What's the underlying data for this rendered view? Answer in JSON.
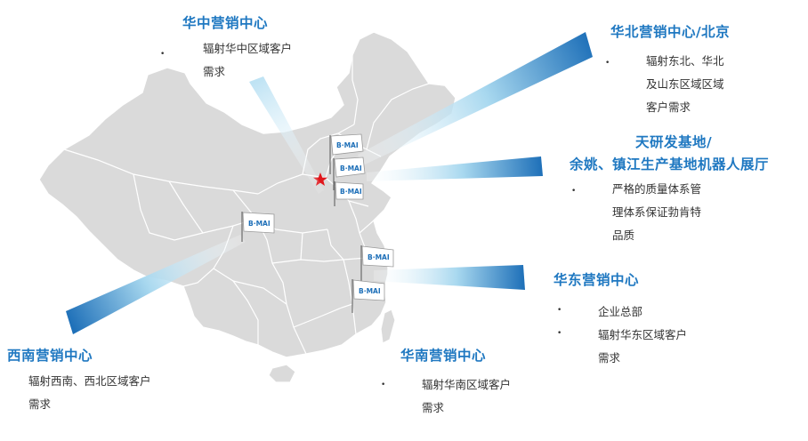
{
  "colors": {
    "accent": "#1f78c1",
    "map_fill": "#dadada",
    "map_stroke": "#ffffff",
    "beam_dark": "#1d6fb8",
    "beam_light": "#e6f4fb",
    "capital_star": "#e0161b"
  },
  "flag_logo": "B·MAI",
  "centers": {
    "central": {
      "title": "华中营销中心",
      "bullets": [
        "辐射华中区域客户\n需求"
      ]
    },
    "north": {
      "title": "华北营销中心/北京",
      "bullets": [
        "辐射东北、华北\n及山东区域区域\n客户需求"
      ]
    },
    "rd": {
      "title_line1": "天研发基地/",
      "title_line2": "余姚、镇江生产基地机器人展厅",
      "bullets": [
        "严格的质量体系管\n理体系保证勃肯特\n品质"
      ]
    },
    "east": {
      "title": "华东营销中心",
      "bullets": [
        "企业总部",
        "辐射华东区域客户\n需求"
      ]
    },
    "south": {
      "title": "华南营销中心",
      "bullets": [
        "辐射华南区域客户\n需求"
      ]
    },
    "southwest": {
      "title": "西南营销中心",
      "bullets": [
        "辐射西南、西北区域客户\n需求"
      ]
    }
  }
}
